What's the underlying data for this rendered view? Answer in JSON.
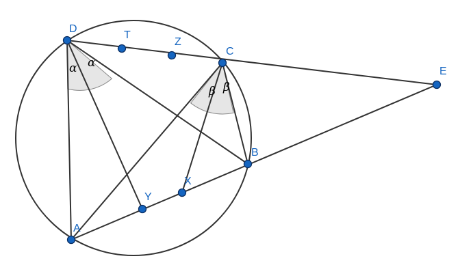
{
  "colors": {
    "line": "#333333",
    "point_fill": "#1565c0",
    "point_stroke": "#0b2f63",
    "label": "#1565c0",
    "angle_fill": "#e6e6e6",
    "angle_stroke": "#888888",
    "angle_label": "#000000"
  },
  "points": {
    "D": "D",
    "T": "T",
    "Z": "Z",
    "C": "C",
    "E": "E",
    "B": "B",
    "X": "X",
    "Y": "Y",
    "A": "A"
  },
  "angles": {
    "alpha_left": "α",
    "alpha_right": "α",
    "beta_left": "β",
    "beta_right": "β"
  }
}
